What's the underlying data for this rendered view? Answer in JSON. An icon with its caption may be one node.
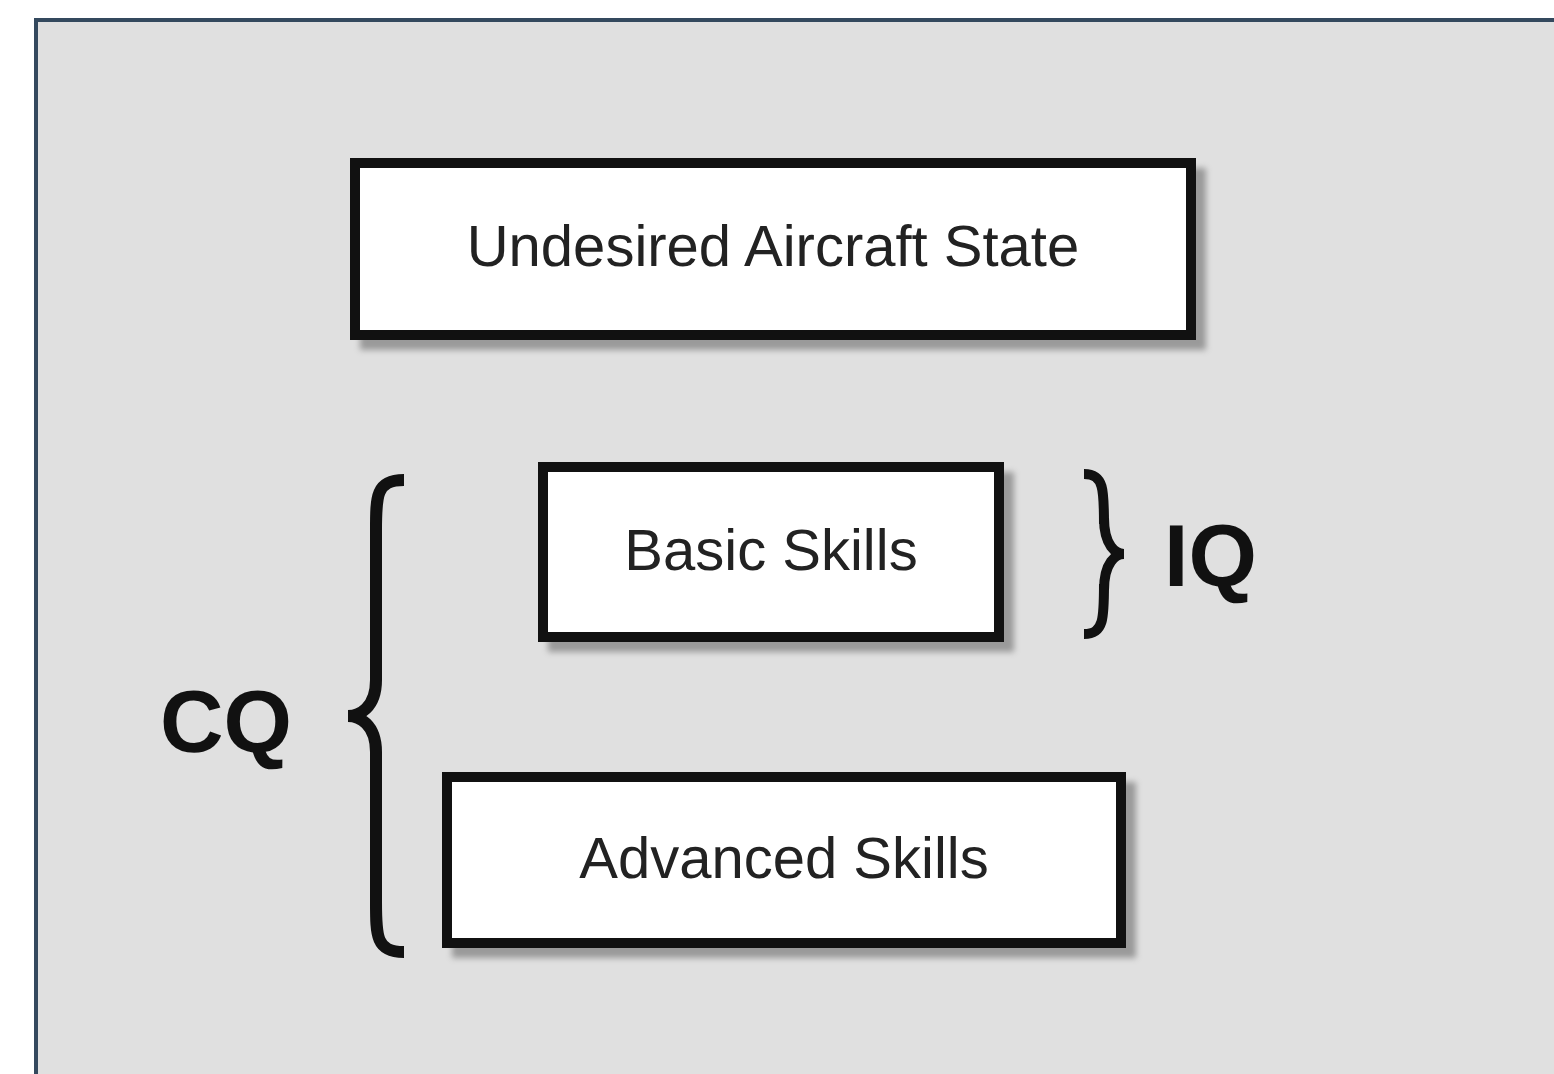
{
  "diagram": {
    "nodes": [
      {
        "text": [
          "Undesired Aircraft State"
        ]
      },
      {
        "text": [
          "Basic Skills"
        ]
      },
      {
        "text": [
          "Advanced Skills"
        ]
      }
    ],
    "labels": [
      "CQ",
      "IQ"
    ]
  }
}
